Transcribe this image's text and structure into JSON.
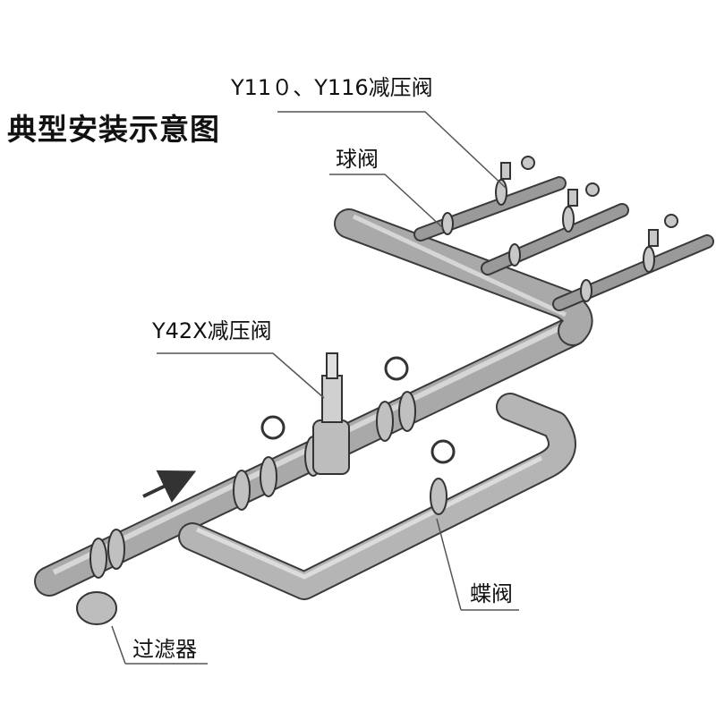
{
  "diagram": {
    "title": "典型安装示意图",
    "labels": {
      "y110_y116": "Y11０、Y116减压阀",
      "ball_valve": "球阀",
      "y42x": "Y42X减压阀",
      "butterfly_valve": "蝶阀",
      "filter": "过滤器"
    }
  },
  "colors": {
    "pipe_fill": "#a9a9a9",
    "pipe_edge": "#3a3a3a",
    "pipe_highlight": "#d6d6d6",
    "leader_line": "#555555",
    "text": "#111111"
  }
}
